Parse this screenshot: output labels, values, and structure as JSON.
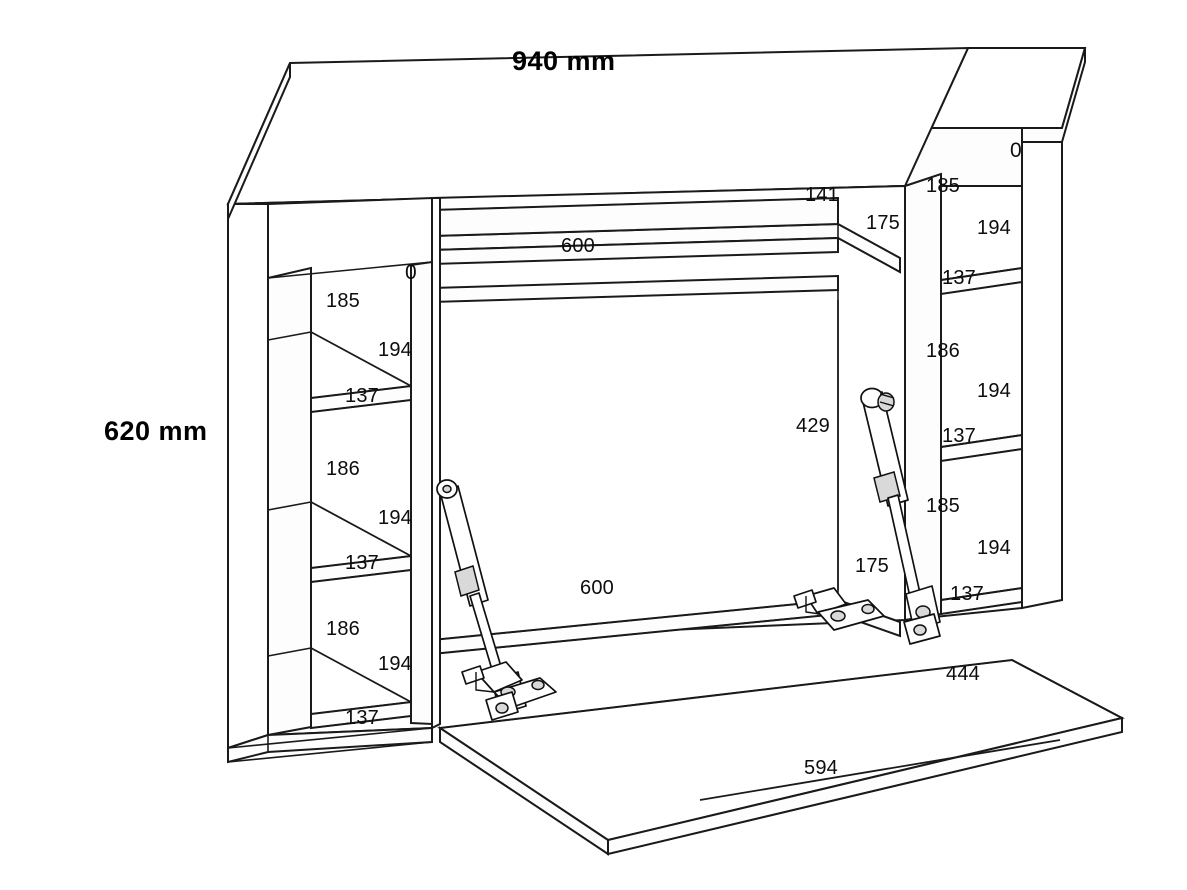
{
  "drawing": {
    "type": "isometric-assembly-diagram",
    "subject": "wall-mounted fold-down desk with side shelving",
    "units": "mm",
    "overall": {
      "width_label": "940 mm",
      "height_label": "620 mm"
    },
    "left_unit": {
      "top_marker": "0",
      "sections": [
        {
          "vertical": "185",
          "depth": "194",
          "horizontal": "137"
        },
        {
          "vertical": "186",
          "depth": "194",
          "horizontal": "137"
        },
        {
          "vertical": "186",
          "depth": "194",
          "horizontal": "137"
        }
      ]
    },
    "right_unit": {
      "top_marker": "0",
      "sections": [
        {
          "vertical": "185",
          "depth": "194",
          "horizontal": "137"
        },
        {
          "vertical": "186",
          "depth": "194",
          "horizontal": "137"
        },
        {
          "vertical": "185",
          "depth": "194",
          "horizontal": "137"
        }
      ]
    },
    "center": {
      "upper_shelf_width": "600",
      "upper_shelf_riser": "141",
      "upper_shelf_depth": "175",
      "back_panel_height": "429",
      "lower_opening_width": "600",
      "lower_opening_depth": "175"
    },
    "fold_down_desk": {
      "depth": "444",
      "width": "594"
    },
    "hardware": {
      "gas_strut_count": 2,
      "hinge_count": 3
    }
  },
  "labels": {
    "overall_width": "940 mm",
    "overall_height": "620 mm",
    "left_top_zero": "0",
    "left_s1_v": "185",
    "left_s1_d": "194",
    "left_s1_h": "137",
    "left_s2_v": "186",
    "left_s2_d": "194",
    "left_s2_h": "137",
    "left_s3_v": "186",
    "left_s3_d": "194",
    "left_s3_h": "137",
    "right_top_zero": "0",
    "right_s1_v": "185",
    "right_s1_d": "194",
    "right_s1_h": "137",
    "right_s2_v": "186",
    "right_s2_d": "194",
    "right_s2_h": "137",
    "right_s3_v": "185",
    "right_s3_d": "194",
    "right_s3_h": "137",
    "center_shelf_width": "600",
    "center_shelf_riser": "141",
    "center_shelf_depth": "175",
    "center_back_height": "429",
    "center_lower_width": "600",
    "center_lower_depth": "175",
    "desk_depth": "444",
    "desk_width": "594"
  }
}
